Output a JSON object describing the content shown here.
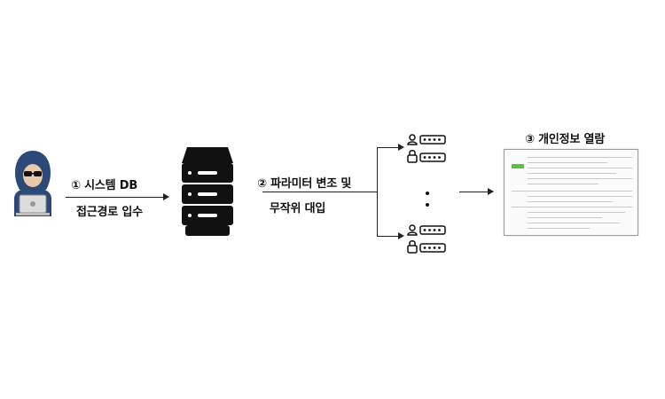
{
  "steps": {
    "step1_line1": "① 시스템 DB",
    "step1_line2": "접근경로 입수",
    "step2_line1": "② 파라미터 변조 및",
    "step2_line2": "무작위 대입",
    "step3_title": "③ 개인정보 열람"
  },
  "icons": {
    "hacker": "hacker-icon",
    "server": "server-icon",
    "user": "user-icon",
    "lock": "lock-icon",
    "password": "password-dots-icon",
    "document": "document-screenshot"
  },
  "colors": {
    "hacker_hood": "#2b4a78",
    "server": "#111111",
    "accent_green": "#5fbf3f"
  }
}
